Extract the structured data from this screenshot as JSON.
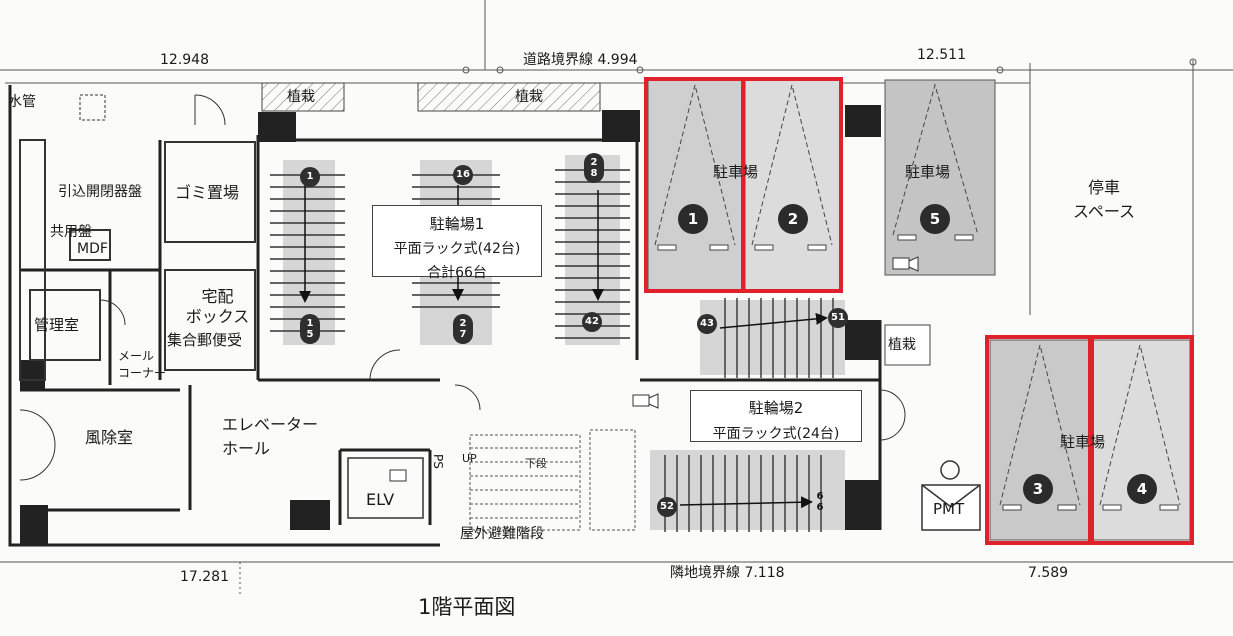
{
  "title": "1階平面図",
  "dimensions": {
    "top_left": "12.948",
    "top_road": "道路境界線 4.994",
    "top_right": "12.511",
    "bottom_left": "17.281",
    "bottom_mid": "隣地境界線 7.118",
    "bottom_right": "7.589"
  },
  "rooms": {
    "water": "水管",
    "switchboard": "引込開閉器盤",
    "common_panel": "共用盤",
    "mdf": "MDF",
    "garbage": "ゴミ置場",
    "delivery_box": "宅配\nボックス",
    "mail_box": "集合郵便受",
    "manager": "管理室",
    "mail_corner": "メール\nコーナー",
    "windbreak": "風除室",
    "elevator_hall": "エレベーター\nホール",
    "elv": "ELV",
    "ps": "PS",
    "up": "UP",
    "lower_step": "下段",
    "evac_stairs": "屋外避難階段",
    "pmt": "PMT",
    "stop_space": "停車\nスペース",
    "planting_1": "植栽",
    "planting_2": "植栽",
    "planting_3": "植栽"
  },
  "bike1": {
    "line1": "駐輪場1",
    "line2": "平面ラック式(42台)",
    "line3": "合計66台"
  },
  "bike2": {
    "line1": "駐輪場2",
    "line2": "平面ラック式(24台)"
  },
  "parking": {
    "label_a": "駐車場",
    "label_b": "駐車場",
    "label_c": "駐車場",
    "numbers": [
      "1",
      "2",
      "3",
      "4",
      "5"
    ]
  },
  "rack_numbers": {
    "r1_top": "1",
    "r1_bottom_a": "1",
    "r1_bottom_b": "5",
    "r2_top": "16",
    "r2_bottom_a": "2",
    "r2_bottom_b": "7",
    "r3_top_a": "2",
    "r3_top_b": "8",
    "r3_bottom": "42",
    "r4_left": "43",
    "r4_right": "51",
    "r5_left": "52",
    "r5_right_a": "6",
    "r5_right_b": "6"
  },
  "colors": {
    "highlight": "#e0202a",
    "wall": "#222222",
    "shade": "#c9c9c9",
    "shade_light": "#dedede"
  }
}
